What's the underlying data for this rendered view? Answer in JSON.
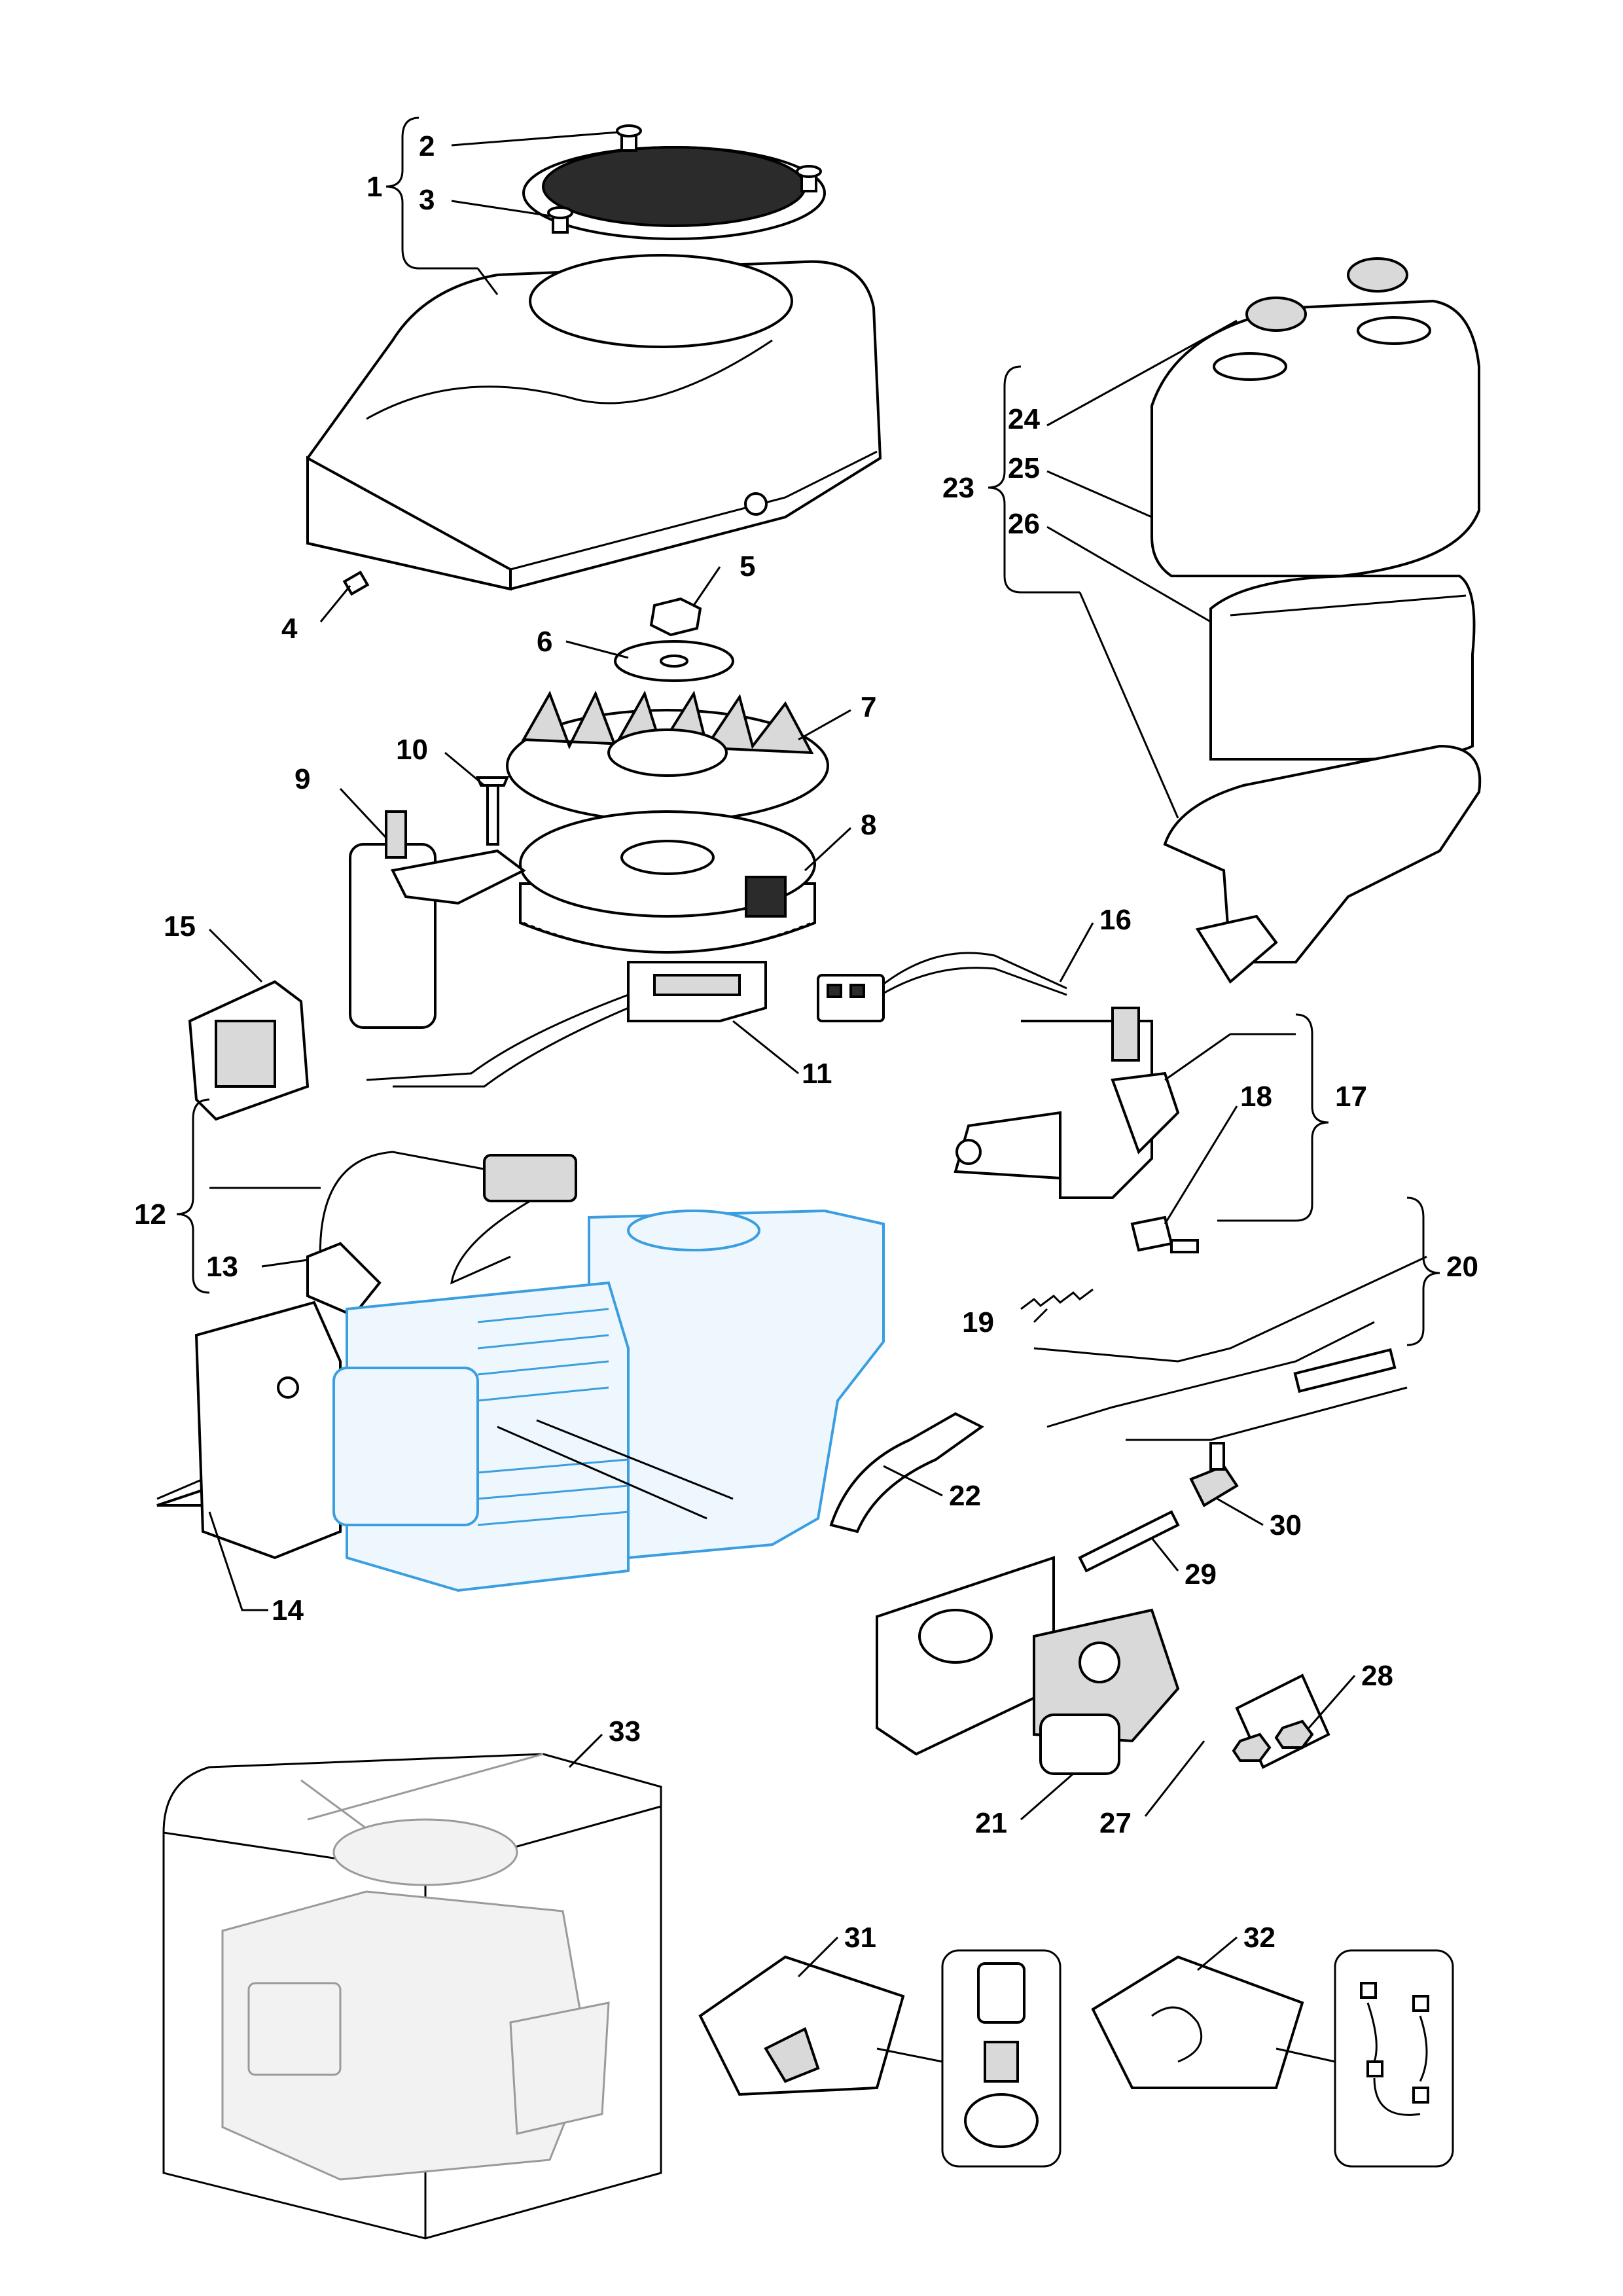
{
  "callouts": {
    "c1": "1",
    "c2": "2",
    "c3": "3",
    "c4": "4",
    "c5": "5",
    "c6": "6",
    "c7": "7",
    "c8": "8",
    "c9": "9",
    "c10": "10",
    "c11": "11",
    "c12": "12",
    "c13": "13",
    "c14": "14",
    "c15": "15",
    "c16": "16",
    "c17": "17",
    "c18": "18",
    "c19": "19",
    "c20": "20",
    "c21": "21",
    "c22": "22",
    "c23": "23",
    "c24": "24",
    "c25": "25",
    "c26": "26",
    "c27": "27",
    "c28": "28",
    "c29": "29",
    "c30": "30",
    "c31": "31",
    "c32": "32",
    "c33": "33"
  },
  "colors": {
    "line": "#000000",
    "engine_block": "#3a9ee0",
    "ghost_engine": "#9a9a9a",
    "background": "#ffffff"
  }
}
